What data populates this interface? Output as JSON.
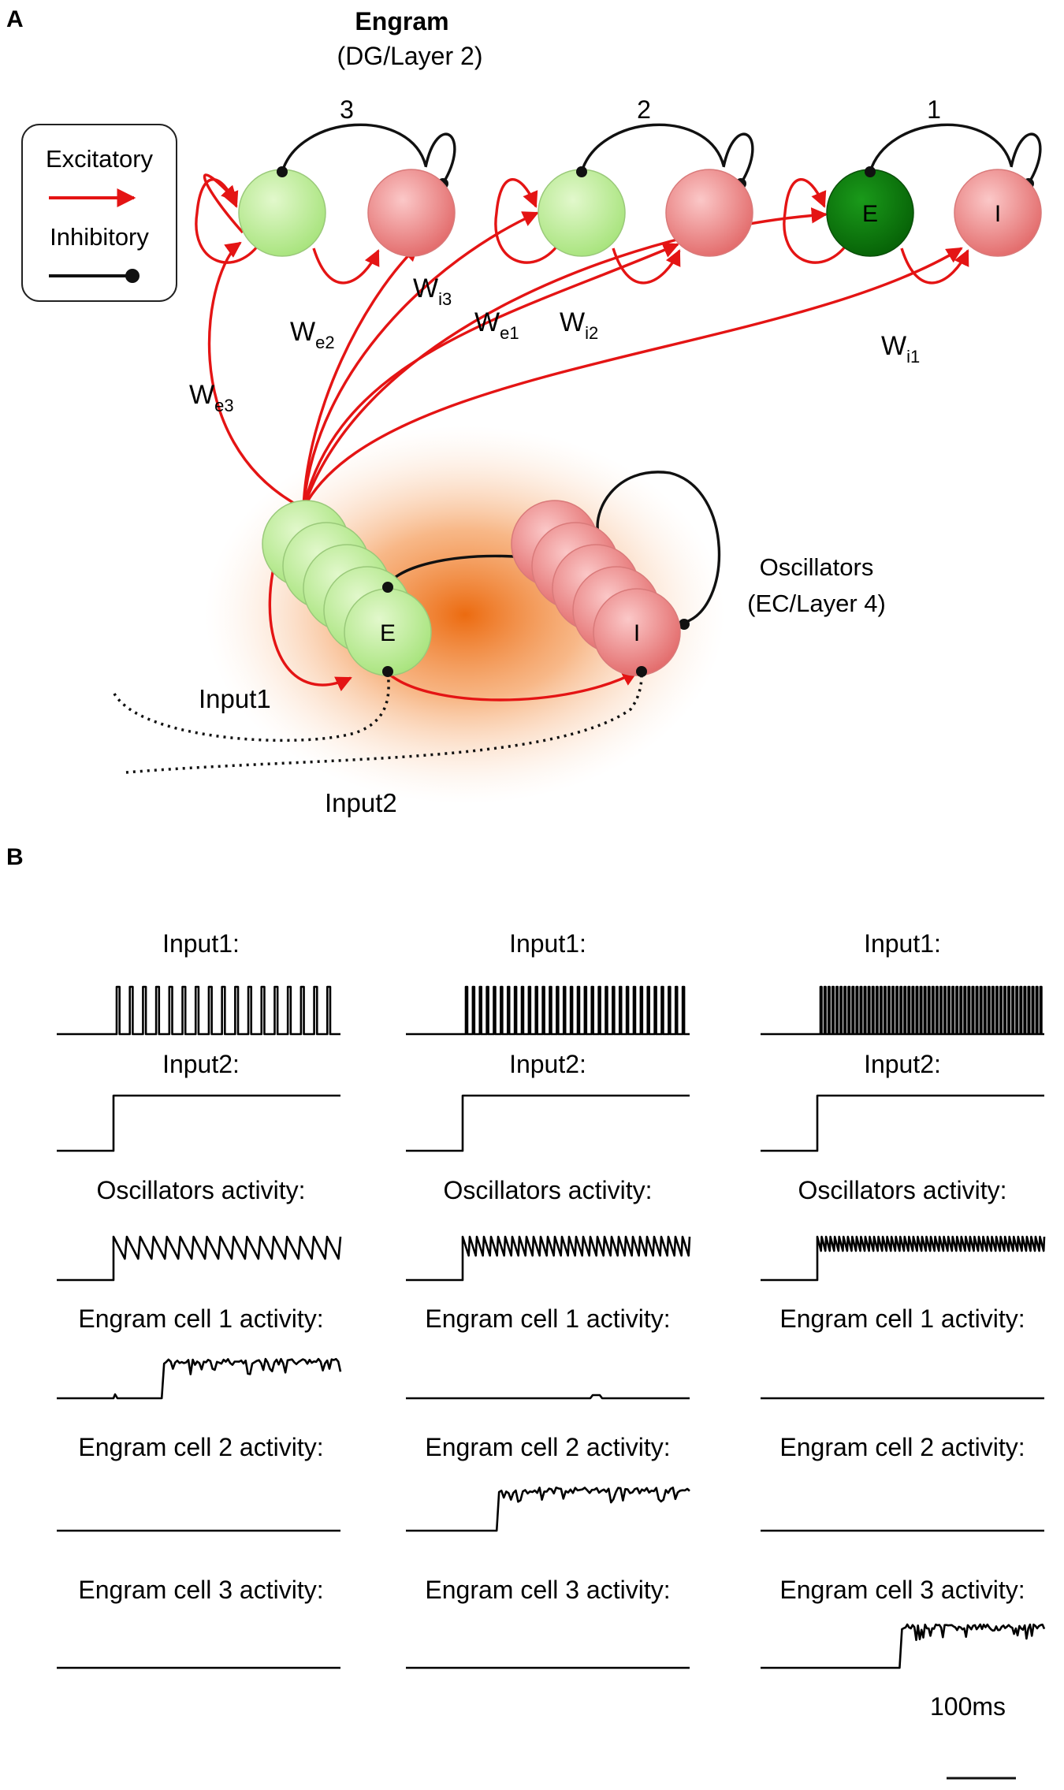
{
  "panel_a": {
    "letter": "A",
    "engram_title": "Engram",
    "engram_subtitle": "(DG/Layer 2)",
    "group_labels": [
      "3",
      "2",
      "1"
    ],
    "legend": {
      "excitatory": "Excitatory",
      "inhibitory": "Inhibitory"
    },
    "cell_labels": {
      "e": "E",
      "i": "I"
    },
    "weights": [
      {
        "main": "W",
        "sub": "e3"
      },
      {
        "main": "W",
        "sub": "e2"
      },
      {
        "main": "W",
        "sub": "i3"
      },
      {
        "main": "W",
        "sub": "e1"
      },
      {
        "main": "W",
        "sub": "i2"
      },
      {
        "main": "W",
        "sub": "i1"
      }
    ],
    "oscillators_title": "Oscillators",
    "oscillators_subtitle": "(EC/Layer 4)",
    "input1": "Input1",
    "input2": "Input2",
    "colors": {
      "excitatory": "#e41414",
      "inhibitory": "#111111",
      "e_cell": "#b8eb8f",
      "e_cell_active": "#0f7a0f",
      "i_cell": "#f28c8c",
      "glow": "#f08020"
    }
  },
  "panel_b": {
    "letter": "B",
    "columns": [
      {
        "rows": [
          {
            "label": "Input1:",
            "kind": "spikes",
            "spike_count": 17
          },
          {
            "label": "Input2:",
            "kind": "step"
          },
          {
            "label": "Oscillators activity:",
            "kind": "oscillation",
            "cycles": 17
          },
          {
            "label": "Engram cell 1 activity:",
            "kind": "plateau",
            "onset_fraction": 0.37,
            "blip_fraction": 0.2
          },
          {
            "label": "Engram cell 2 activity:",
            "kind": "flat"
          },
          {
            "label": "Engram cell 3 activity:",
            "kind": "flat"
          }
        ]
      },
      {
        "rows": [
          {
            "label": "Input1:",
            "kind": "spikes",
            "spike_count": 32
          },
          {
            "label": "Input2:",
            "kind": "step"
          },
          {
            "label": "Oscillators activity:",
            "kind": "oscillation",
            "cycles": 32
          },
          {
            "label": "Engram cell 1 activity:",
            "kind": "flat",
            "blip_fraction": 0.65
          },
          {
            "label": "Engram cell 2 activity:",
            "kind": "plateau",
            "onset_fraction": 0.32
          },
          {
            "label": "Engram cell 3 activity:",
            "kind": "flat"
          }
        ]
      },
      {
        "rows": [
          {
            "label": "Input1:",
            "kind": "spikes",
            "spike_count": 56
          },
          {
            "label": "Input2:",
            "kind": "step"
          },
          {
            "label": "Oscillators activity:",
            "kind": "oscillation",
            "cycles": 52
          },
          {
            "label": "Engram cell 1 activity:",
            "kind": "flat"
          },
          {
            "label": "Engram cell 2 activity:",
            "kind": "flat"
          },
          {
            "label": "Engram cell 3 activity:",
            "kind": "plateau",
            "onset_fraction": 0.49
          }
        ]
      }
    ],
    "scale_bar": "100ms"
  }
}
